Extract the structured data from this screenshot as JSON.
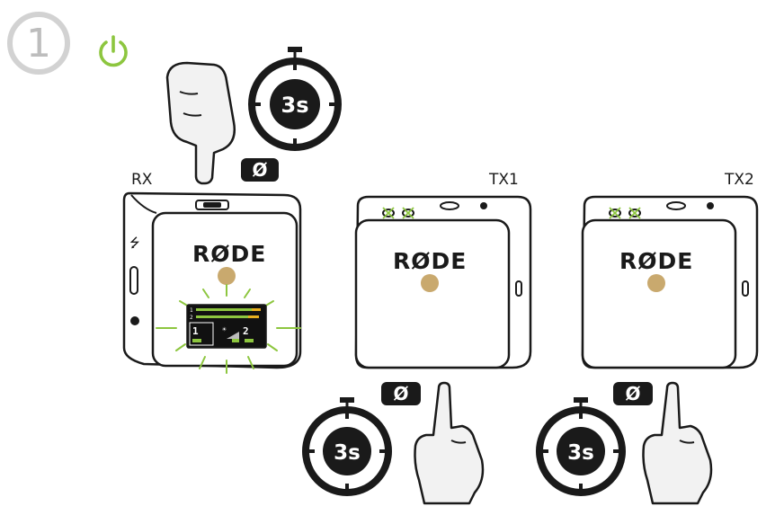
{
  "step": {
    "number": "1",
    "icon": "power-icon",
    "accent": "#8dc63f"
  },
  "devices": [
    {
      "id": "rx",
      "label": "RX",
      "brand": "RØDE"
    },
    {
      "id": "tx1",
      "label": "TX1",
      "brand": "RØDE"
    },
    {
      "id": "tx2",
      "label": "TX2",
      "brand": "RØDE"
    }
  ],
  "button_symbol": "Ø",
  "timer_label": "3s",
  "screen": {
    "ch1": "1",
    "ch2": "2"
  },
  "colors": {
    "glow": "#8dc63f",
    "logo_dot": "#c9a96e",
    "ink": "#1a1a1a",
    "lcd_bg": "#111111",
    "level": "#e8b020"
  }
}
